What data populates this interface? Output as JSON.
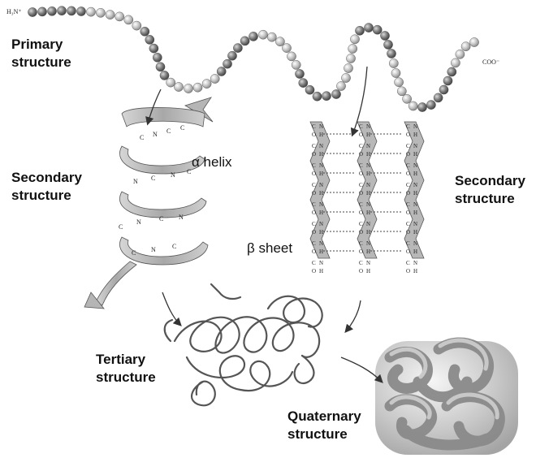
{
  "labels": {
    "primary": [
      "Primary",
      "structure"
    ],
    "secondary_left": [
      "Secondary",
      "structure"
    ],
    "secondary_right": [
      "Secondary",
      "structure"
    ],
    "tertiary": [
      "Tertiary",
      "structure"
    ],
    "quaternary": [
      "Quaternary",
      "structure"
    ]
  },
  "sublabels": {
    "alpha_helix": "α helix",
    "beta_sheet": "β sheet"
  },
  "termini": {
    "n_terminus": "H₃N⁺",
    "c_terminus": "COO⁻"
  },
  "colors": {
    "bead_dark": "#7a7a7a",
    "bead_light": "#c9c9c9",
    "ribbon": "#b3b3b3",
    "arrow": "#333333",
    "text": "#111111"
  }
}
